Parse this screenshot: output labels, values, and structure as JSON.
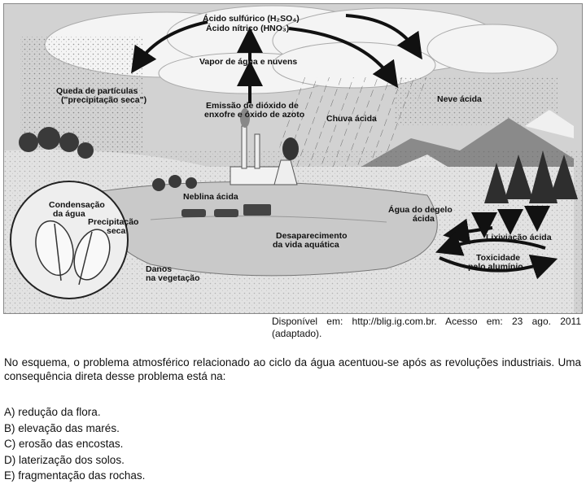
{
  "figure": {
    "labels": {
      "acido_sulfurico": "Ácido sulfúrico (H₂SO₄)",
      "acido_nitrico": "Ácido nítrico (HNO₃)",
      "vapor": "Vapor de água e nuvens",
      "queda_1": "Queda de partículas",
      "queda_2": "(\"precipitação seca\")",
      "emissao_1": "Emissão de dióxido de",
      "emissao_2": "enxofre e óxido de azoto",
      "chuva": "Chuva ácida",
      "neve": "Neve ácida",
      "neblina": "Neblina ácida",
      "condensacao_1": "Condensação",
      "condensacao_2": "da água",
      "precipitacao_1": "Precipitação",
      "precipitacao_2": "seca",
      "danos_1": "Danos",
      "danos_2": "na vegetação",
      "desaparecimento_1": "Desaparecimento",
      "desaparecimento_2": "da vida aquática",
      "degelo_1": "Água do degelo",
      "degelo_2": "ácida",
      "lixiviacao": "Lixiviação ácida",
      "toxicidade_1": "Toxicidade",
      "toxicidade_2": "pelo alumínio"
    }
  },
  "source": "Disponível em: http://blig.ig.com.br. Acesso em: 23 ago. 2011 (adaptado).",
  "question": "No esquema, o problema atmosférico relacionado ao ciclo da água acentuou-se após as revoluções industriais. Uma consequência direta desse problema está na:",
  "options": [
    "A) redução da flora.",
    "B) elevação das marés.",
    "C) erosão das encostas.",
    "D) laterização dos solos.",
    "E) fragmentação das rochas."
  ]
}
